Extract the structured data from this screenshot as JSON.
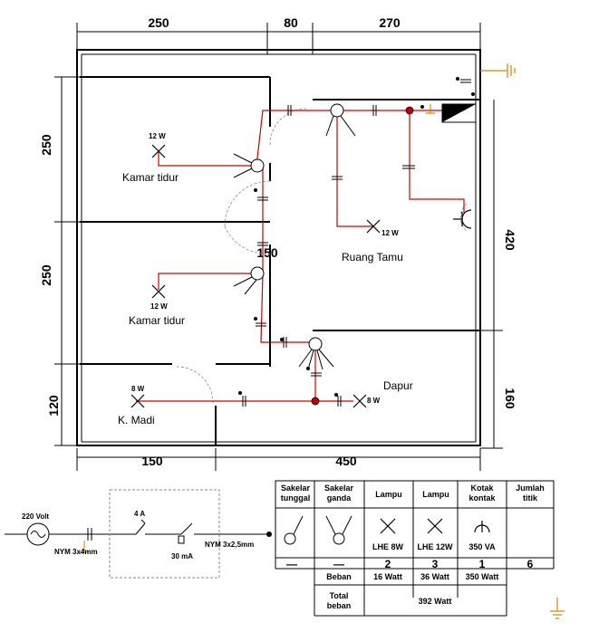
{
  "dimensions": {
    "top_left": "250",
    "top_mid": "80",
    "top_right": "270",
    "left_top": "250",
    "left_mid": "250",
    "left_bottom": "120",
    "right_top": "420",
    "right_bottom": "160",
    "bottom_left": "150",
    "bottom_right": "450",
    "inner": "150"
  },
  "rooms": {
    "kamar_tidur_1": "Kamar tidur",
    "kamar_tidur_2": "Kamar tidur",
    "ruang_tamu": "Ruang Tamu",
    "dapur": "Dapur",
    "k_madi": "K. Madi"
  },
  "lamp_labels": {
    "kamar1": "12 W",
    "kamar2": "12 W",
    "ruang_tamu": "12 W",
    "dapur": "8 W",
    "k_madi": "8 W"
  },
  "supply": {
    "voltage": "220 Volt",
    "cable_in": "NYM 3x4mm",
    "breaker": "4 A",
    "rcd": "30 mA",
    "cable_out": "NYM 3x2,5mm"
  },
  "legend": {
    "headers": [
      "Sakelar tunggal",
      "Sakelar ganda",
      "Lampu",
      "Lampu",
      "Kotak kontak",
      "Jumlah titik"
    ],
    "symbol_labels": [
      "",
      "",
      "LHE 8W",
      "LHE 12W",
      "350 VA",
      ""
    ],
    "counts": [
      "—",
      "—",
      "2",
      "3",
      "1",
      "6"
    ],
    "beban_label": "Beban",
    "beban_values": [
      "16 Watt",
      "36 Watt",
      "350 Watt"
    ],
    "total_label": "Total beban",
    "total_value": "392 Watt"
  },
  "colors": {
    "wire": "#d00000",
    "ground": "#e08000",
    "junction": "#c00000"
  }
}
